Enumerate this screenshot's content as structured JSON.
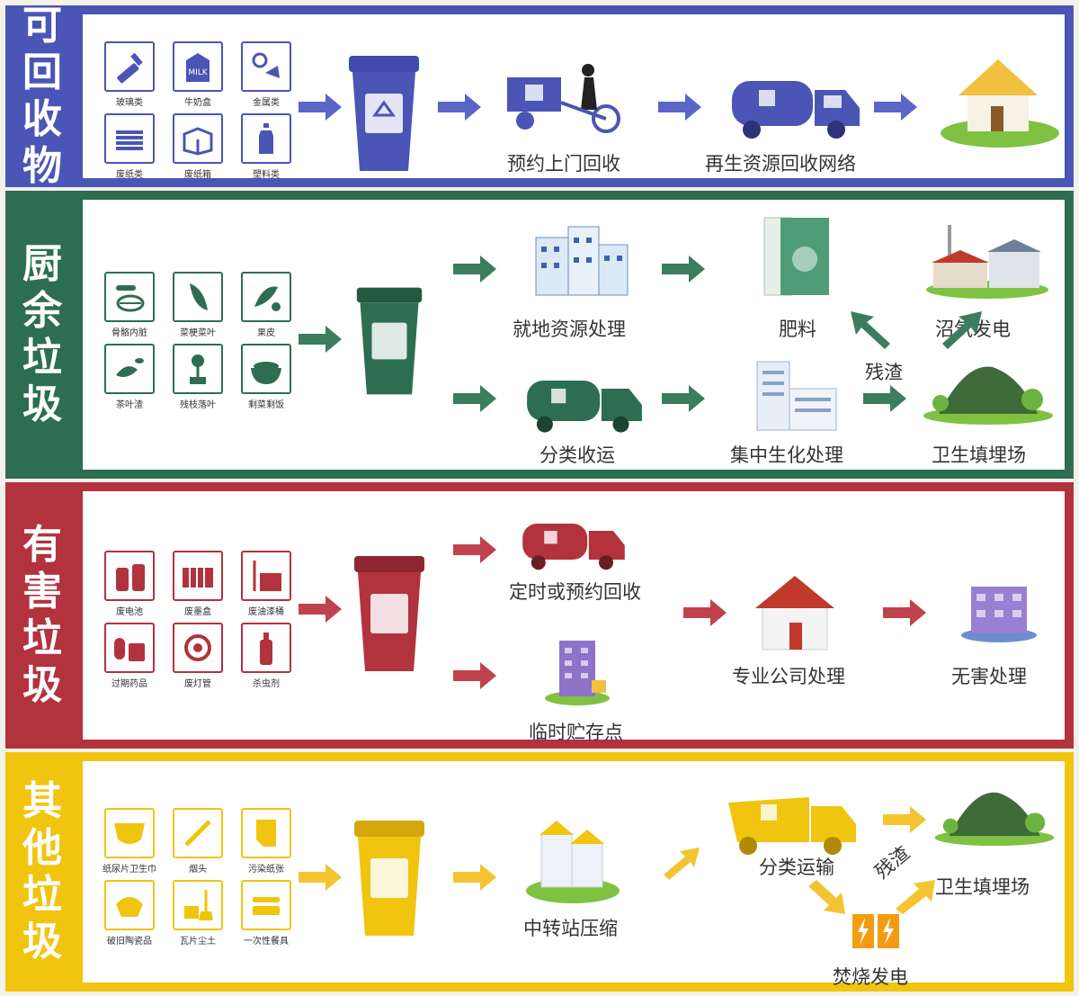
{
  "colors": {
    "recyclable": "#4a55b5",
    "kitchen": "#2d6e52",
    "hazardous": "#b2333d",
    "other": "#f1c40f",
    "recyclable_arrow": "#5a64c9",
    "kitchen_arrow": "#3a7d5f",
    "hazardous_arrow": "#c0424c",
    "other_arrow": "#f4c430"
  },
  "sections": {
    "recyclable": {
      "title_chars": [
        "可",
        "回",
        "收",
        "物"
      ],
      "items": [
        {
          "label": "玻璃类",
          "icon": "glass-bottle-icon"
        },
        {
          "label": "牛奶盒",
          "icon": "milk-carton-icon"
        },
        {
          "label": "金属类",
          "icon": "metal-icon"
        },
        {
          "label": "废纸类",
          "icon": "paper-stack-icon"
        },
        {
          "label": "废纸箱",
          "icon": "cardboard-box-icon"
        },
        {
          "label": "塑料类",
          "icon": "plastic-bottle-icon"
        }
      ],
      "steps": {
        "pickup": "预约上门回收",
        "network": "再生资源回收网络"
      }
    },
    "kitchen": {
      "title_chars": [
        "厨",
        "余",
        "垃",
        "圾"
      ],
      "items": [
        {
          "label": "骨骼内脏",
          "icon": "fish-bone-icon"
        },
        {
          "label": "菜梗菜叶",
          "icon": "vegetable-icon"
        },
        {
          "label": "果皮",
          "icon": "fruit-peel-icon"
        },
        {
          "label": "茶叶渣",
          "icon": "tea-leaves-icon"
        },
        {
          "label": "残枝落叶",
          "icon": "potted-plant-icon"
        },
        {
          "label": "剩菜剩饭",
          "icon": "leftover-bowl-icon"
        }
      ],
      "steps": {
        "local": "就地资源处理",
        "fertilizer": "肥料",
        "biogas": "沼气发电",
        "residue": "残渣",
        "transport": "分类收运",
        "central": "集中生化处理",
        "landfill": "卫生填埋场"
      }
    },
    "hazardous": {
      "title_chars": [
        "有",
        "害",
        "垃",
        "圾"
      ],
      "items": [
        {
          "label": "废电池",
          "icon": "battery-icon"
        },
        {
          "label": "废墨盒",
          "icon": "ink-cartridge-icon"
        },
        {
          "label": "废油漆桶",
          "icon": "paint-bucket-icon"
        },
        {
          "label": "过期药品",
          "icon": "medicine-icon"
        },
        {
          "label": "废灯管",
          "icon": "lamp-tube-icon"
        },
        {
          "label": "杀虫剂",
          "icon": "spray-can-icon"
        }
      ],
      "steps": {
        "scheduled": "定时或预约回收",
        "temp": "临时贮存点",
        "professional": "专业公司处理",
        "harmless": "无害处理"
      }
    },
    "other": {
      "title_chars": [
        "其",
        "他",
        "垃",
        "圾"
      ],
      "items": [
        {
          "label": "纸尿片卫生巾",
          "icon": "diaper-icon"
        },
        {
          "label": "烟头",
          "icon": "cigarette-icon"
        },
        {
          "label": "污染纸张",
          "icon": "dirty-paper-icon"
        },
        {
          "label": "破旧陶瓷品",
          "icon": "broken-ceramic-icon"
        },
        {
          "label": "瓦片尘土",
          "icon": "dustpan-icon"
        },
        {
          "label": "一次性餐具",
          "icon": "disposable-tableware-icon"
        }
      ],
      "steps": {
        "transfer": "中转站压缩",
        "transport": "分类运输",
        "residue": "残渣",
        "incineration": "焚烧发电",
        "landfill": "卫生填埋场"
      }
    }
  }
}
